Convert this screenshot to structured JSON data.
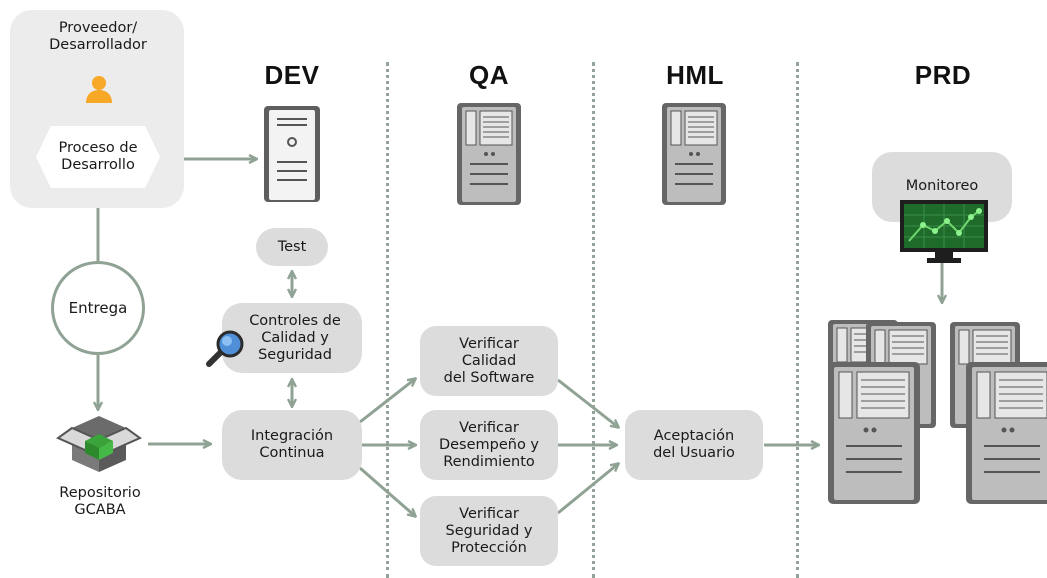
{
  "environments": {
    "dev": "DEV",
    "qa": "QA",
    "hml": "HML",
    "prd": "PRD"
  },
  "provider": {
    "label": "Proveedor/\nDesarrollador",
    "process": "Proceso de\nDesarrollo"
  },
  "delivery": "Entrega",
  "repository": "Repositorio\nGCABA",
  "dev_steps": {
    "test": "Test",
    "quality": "Controles de\nCalidad y\nSeguridad",
    "ci": "Integración\nContinua"
  },
  "qa_steps": {
    "quality": "Verificar\nCalidad\ndel Software",
    "performance": "Verificar\nDesempeño y\nRendimiento",
    "security": "Verificar\nSeguridad y\nProtección"
  },
  "hml_steps": {
    "acceptance": "Aceptación\ndel Usuario"
  },
  "prd": {
    "monitoring": "Monitoreo"
  },
  "colors": {
    "connector": "#8fa293",
    "box": "#dcdcdc",
    "provider_panel": "#ececec",
    "user_icon": "#f7a826",
    "package_green": "#3aa33a",
    "monitor_screen": "#1f6b2a"
  }
}
